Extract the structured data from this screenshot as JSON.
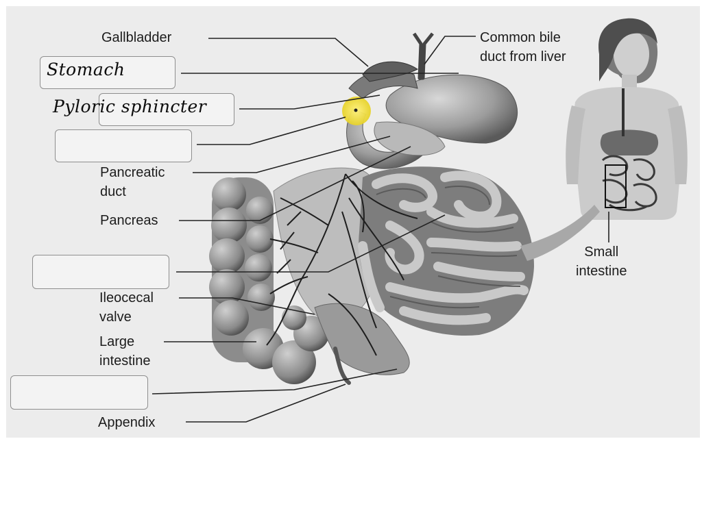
{
  "labels": {
    "gallbladder": "Gallbladder",
    "common_bile_duct_line1": "Common bile",
    "common_bile_duct_line2": "duct from liver",
    "pancreatic_duct_line1": "Pancreatic",
    "pancreatic_duct_line2": "duct",
    "pancreas": "Pancreas",
    "ileocecal_valve_line1": "Ileocecal",
    "ileocecal_valve_line2": "valve",
    "large_intestine_line1": "Large",
    "large_intestine_line2": "intestine",
    "appendix": "Appendix",
    "small_intestine_line1": "Small",
    "small_intestine_line2": "intestine"
  },
  "answer_boxes": [
    {
      "id": "box-1",
      "handwritten": "Stomach"
    },
    {
      "id": "box-2",
      "handwritten": "Pyloric sphincter"
    },
    {
      "id": "box-3",
      "handwritten": ""
    },
    {
      "id": "box-4",
      "handwritten": ""
    },
    {
      "id": "box-5",
      "handwritten": ""
    }
  ],
  "colors": {
    "background": "#ececec",
    "organ_gray": "#9a9a9a",
    "highlight": "#f2e23a",
    "leader_line": "#222222"
  }
}
